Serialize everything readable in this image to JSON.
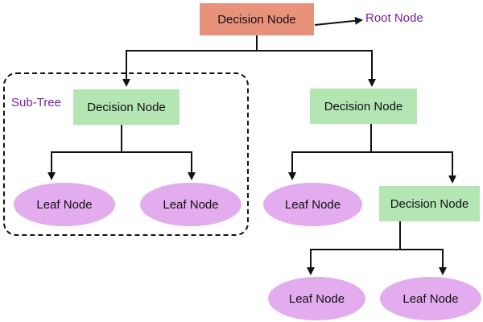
{
  "root": {
    "label": "Decision Node",
    "annotation": "Root Node"
  },
  "subtree": {
    "label": "Sub-Tree"
  },
  "decision_nodes": [
    "Decision Node",
    "Decision Node",
    "Decision Node"
  ],
  "leaf_nodes": [
    "Leaf Node",
    "Leaf Node",
    "Leaf Node",
    "Leaf Node",
    "Leaf Node"
  ],
  "colors": {
    "root_fill": "#e8917b",
    "decision_fill": "#b3e6b3",
    "leaf_fill": "#e3acee",
    "annotation_text": "#7a1fa2",
    "lines": "#111111"
  }
}
